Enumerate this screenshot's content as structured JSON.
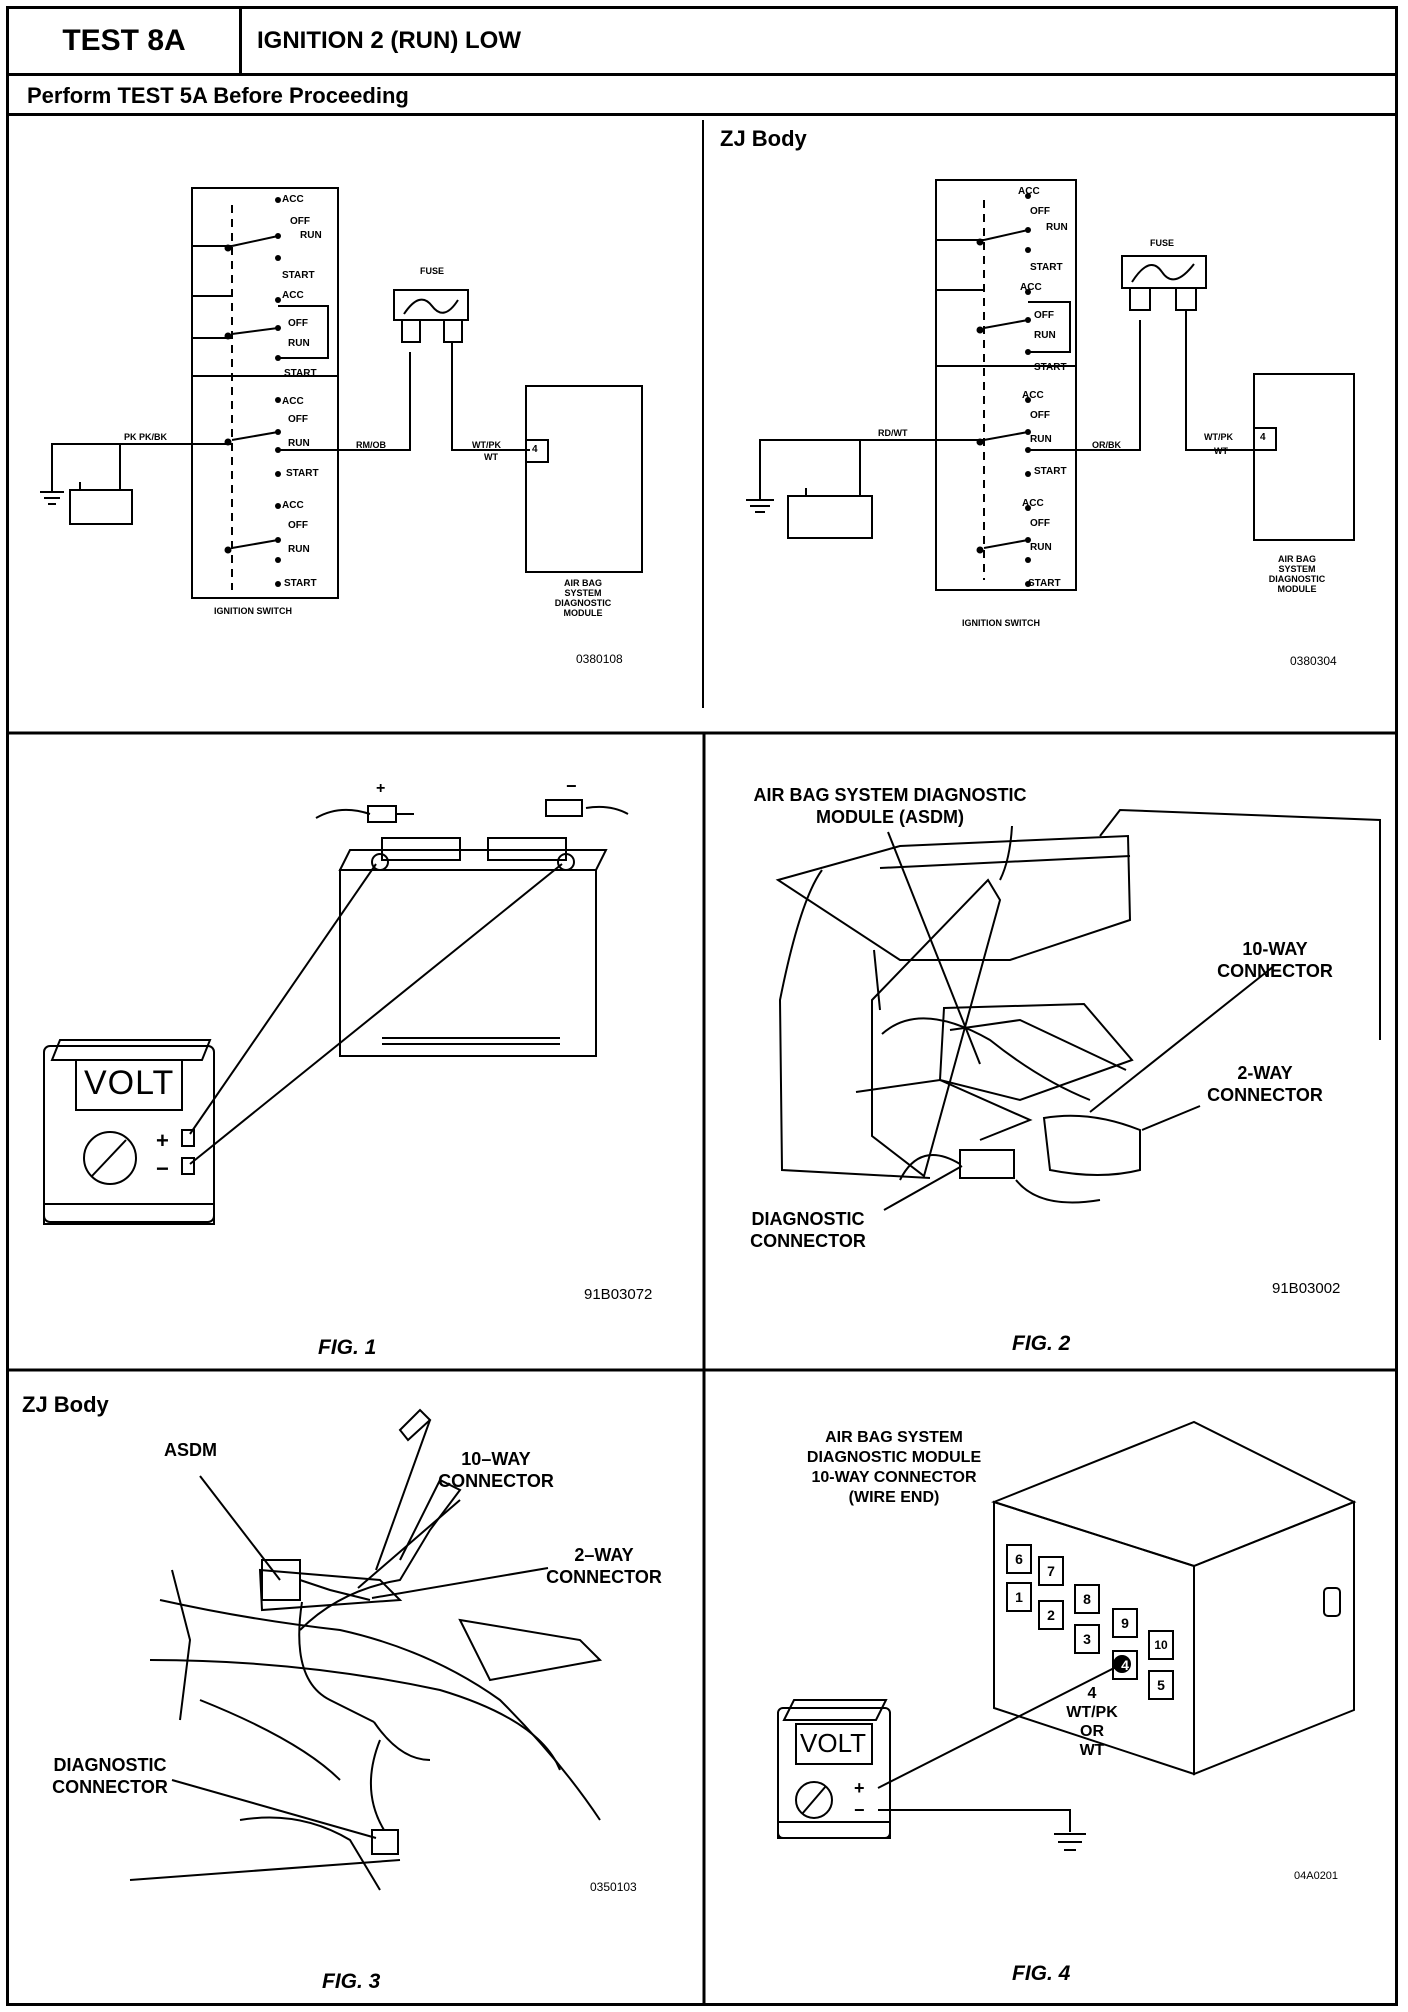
{
  "header": {
    "test_number": "TEST 8A",
    "test_title": "IGNITION 2 (RUN) LOW",
    "instruction": "Perform TEST 5A Before Proceeding"
  },
  "diagram_left": {
    "switch_positions": [
      "ACC",
      "OFF",
      "RUN",
      "START",
      "ACC",
      "OFF",
      "RUN",
      "START",
      "ACC",
      "OFF",
      "RUN",
      "START",
      "ACC",
      "OFF",
      "RUN",
      "START"
    ],
    "ignition_switch_label": "IGNITION SWITCH",
    "fuse_label": "FUSE",
    "wire_pk": "PK PK/BK",
    "wire_fuse_in": "RM/OB",
    "wire_fuse_out": "WT/PK",
    "wire_fuse_out2": "WT",
    "pin": "4",
    "module_label": [
      "AIR BAG",
      "SYSTEM",
      "DIAGNOSTIC",
      "MODULE"
    ],
    "code": "0380108"
  },
  "diagram_right": {
    "title": "ZJ Body",
    "switch_positions": [
      "ACC",
      "OFF",
      "RUN",
      "START",
      "ACC",
      "OFF",
      "RUN",
      "START",
      "ACC",
      "OFF",
      "RUN",
      "START",
      "ACC",
      "OFF",
      "RUN",
      "START"
    ],
    "ignition_switch_label": "IGNITION SWITCH",
    "fuse_label": "FUSE",
    "wire_batt": "RD/WT",
    "wire_fuse_in": "OR/BK",
    "wire_fuse_out": "WT/PK",
    "wire_fuse_out2": "WT",
    "pin": "4",
    "module_label": [
      "AIR BAG",
      "SYSTEM",
      "DIAGNOSTIC",
      "MODULE"
    ],
    "code": "0380304"
  },
  "fig1": {
    "caption": "FIG. 1",
    "meter_display": "VOLT",
    "plus": "+",
    "minus": "−",
    "batt_plus": "+",
    "batt_minus": "−",
    "code": "91B03072"
  },
  "fig2": {
    "caption": "FIG. 2",
    "asdm_label": [
      "AIR BAG SYSTEM DIAGNOSTIC",
      "MODULE (ASDM)"
    ],
    "ten_way": [
      "10-WAY",
      "CONNECTOR"
    ],
    "two_way": [
      "2-WAY",
      "CONNECTOR"
    ],
    "diag": [
      "DIAGNOSTIC",
      "CONNECTOR"
    ],
    "code": "91B03002"
  },
  "fig3": {
    "title": "ZJ Body",
    "caption": "FIG. 3",
    "asdm": "ASDM",
    "ten_way": [
      "10–WAY",
      "CONNECTOR"
    ],
    "two_way": [
      "2–WAY",
      "CONNECTOR"
    ],
    "diag": [
      "DIAGNOSTIC",
      "CONNECTOR"
    ],
    "code": "0350103"
  },
  "fig4": {
    "caption": "FIG. 4",
    "module_label": [
      "AIR BAG SYSTEM",
      "DIAGNOSTIC MODULE",
      "10-WAY CONNECTOR",
      "(WIRE END)"
    ],
    "pins_top": [
      "6",
      "7",
      "8",
      "9",
      "10"
    ],
    "pins_bottom": [
      "1",
      "2",
      "3",
      "4",
      "5"
    ],
    "probe_label": [
      "4",
      "WT/PK",
      "OR",
      "WT"
    ],
    "meter_display": "VOLT",
    "plus": "+",
    "minus": "−",
    "code": "04A0201"
  }
}
